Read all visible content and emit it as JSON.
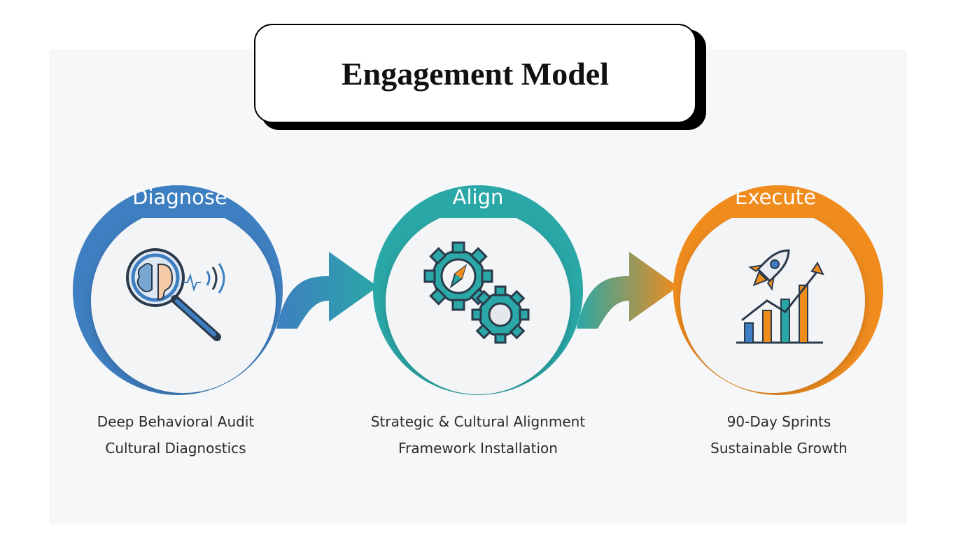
{
  "title": "Engagement Model",
  "stages": [
    {
      "title": "Diagnose",
      "color": "#3e7fc1",
      "icon": "magnifier-brain-ear-icon",
      "lines": [
        "Deep Behavioral Audit",
        "Cultural Diagnostics"
      ]
    },
    {
      "title": "Align",
      "color": "#2aa7a7",
      "icon": "gears-compass-icon",
      "lines": [
        "Strategic & Cultural Alignment",
        "Framework Installation"
      ]
    },
    {
      "title": "Execute",
      "color": "#f08c1e",
      "icon": "rocket-growth-chart-icon",
      "lines": [
        "90-Day Sprints",
        "Sustainable Growth"
      ]
    }
  ]
}
